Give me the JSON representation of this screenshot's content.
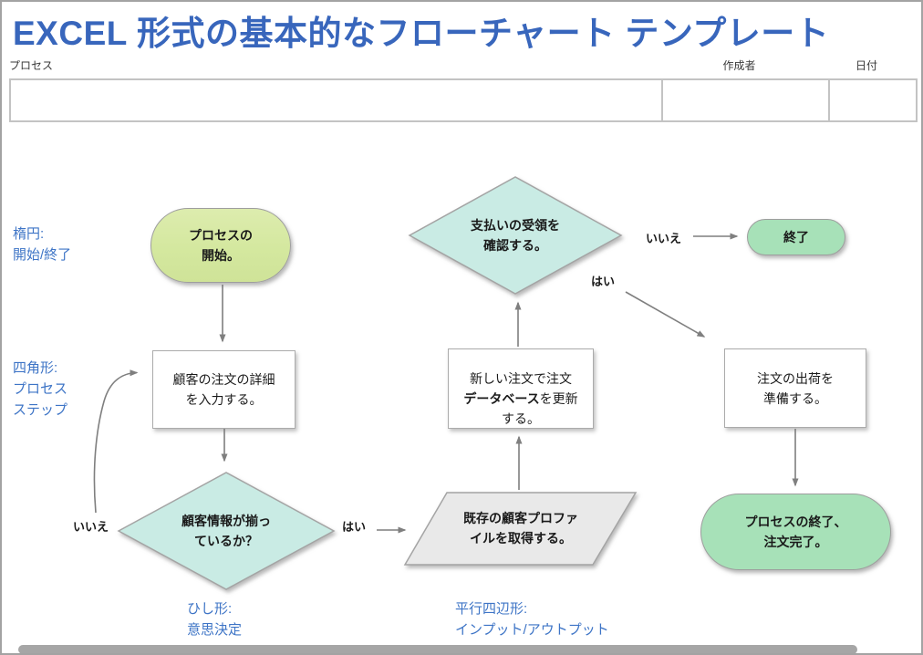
{
  "title": "EXCEL 形式の基本的なフローチャート テンプレート",
  "header": {
    "process_label": "プロセス",
    "author_label": "作成者",
    "date_label": "日付",
    "process_value": "",
    "author_value": "",
    "date_value": ""
  },
  "legend": {
    "ellipse": "楕円:\n開始/終了",
    "rectangle": "四角形:\nプロセス\nステップ",
    "diamond": "ひし形:\n意思決定",
    "parallelogram": "平行四辺形:\nインプット/アウトプット"
  },
  "nodes": {
    "start": "プロセスの\n開始。",
    "enter_order": "顧客の注文の詳細\nを入力する。",
    "check_info": "顧客情報が揃っ\nているか？",
    "get_profile": "既存の顧客プロファ\nイルを取得する。",
    "update_db_pre": "新しい注文で注文\n",
    "update_db_bold": "データベース",
    "update_db_post": "を更新\nする。",
    "check_payment": "支払いの受領を\n確認する。",
    "end": "終了",
    "prepare_shipment": "注文の出荷を\n準備する。",
    "finish": "プロセスの終了、\n注文完了。"
  },
  "edge_labels": {
    "no1": "いいえ",
    "yes1": "はい",
    "no2": "いいえ",
    "yes2": "はい"
  },
  "colors": {
    "title_blue": "#3866BC",
    "legend_blue": "#3D74C6",
    "start_fill": "#D5E8A2",
    "decision_fill": "#C9EBE4",
    "terminator_fill": "#A7E1B8",
    "io_fill": "#E9E9E9",
    "process_fill": "#FFFFFF",
    "shape_border": "#9E9E9E",
    "arrow_gray": "#7F7F7F"
  }
}
